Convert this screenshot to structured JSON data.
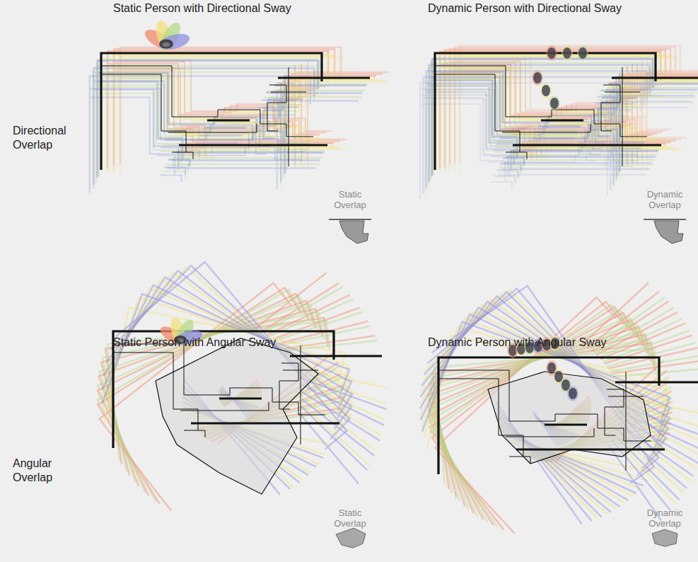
{
  "diagram": {
    "labels": [
      "Static Person with Directional Sway",
      "Dynamic Person with Directional Sway",
      "Directional Overlap",
      "Static Overlap",
      "Dynamic Overlap",
      "Static Person with Angular Sway",
      "Dynamic Person with Angular Sway",
      "Angular Overlap",
      "Static Overlap",
      "Dynamic Overlap"
    ]
  }
}
